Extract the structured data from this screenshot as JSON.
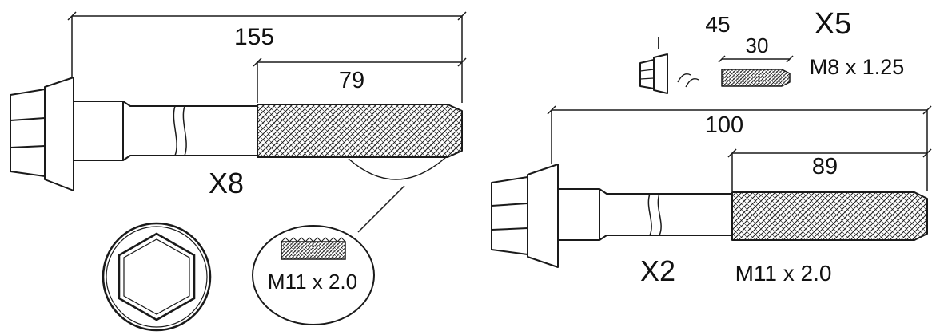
{
  "bolts": {
    "main_bolt": {
      "total_length_label": "155",
      "thread_length_label": "79",
      "quantity_label": "X8",
      "thread_spec_label": "M11 x 2.0"
    },
    "small_bolt": {
      "total_length_label": "45",
      "thread_length_label": "30",
      "quantity_label": "X5",
      "thread_spec_label": "M8 x 1.25"
    },
    "secondary_bolt": {
      "total_length_label": "100",
      "thread_length_label": "89",
      "quantity_label": "X2",
      "thread_spec_label": "M11 x 2.0"
    }
  },
  "colors": {
    "line": "#1a1a1a",
    "background": "#ffffff"
  }
}
